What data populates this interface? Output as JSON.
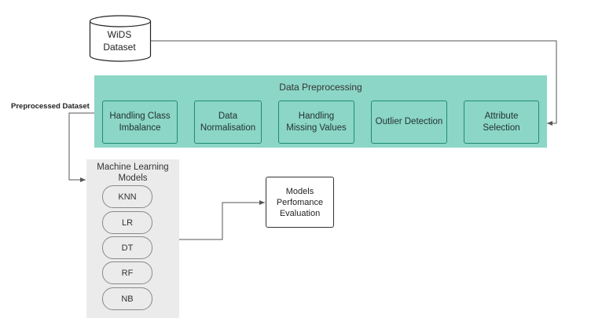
{
  "dataset": {
    "label_line1": "WiDS",
    "label_line2": "Dataset"
  },
  "preprocessing": {
    "title": "Data Preprocessing",
    "steps": [
      "Attribute Selection",
      "Outlier Detection",
      "Handling Missing Values",
      "Data Normalisation",
      "Handling Class Imbalance"
    ]
  },
  "preprocessed_label": "Preprocessed Dataset",
  "ml": {
    "title": "Machine Learning Models",
    "models": [
      "KNN",
      "LR",
      "DT",
      "RF",
      "NB"
    ]
  },
  "evaluation": {
    "label": "Models Perfomance Evaluation"
  },
  "colors": {
    "preprocessing_fill": "#8cd6c7",
    "preprocessing_border": "#1f8a73",
    "ml_panel_fill": "#ebebeb",
    "connector": "#555555"
  }
}
